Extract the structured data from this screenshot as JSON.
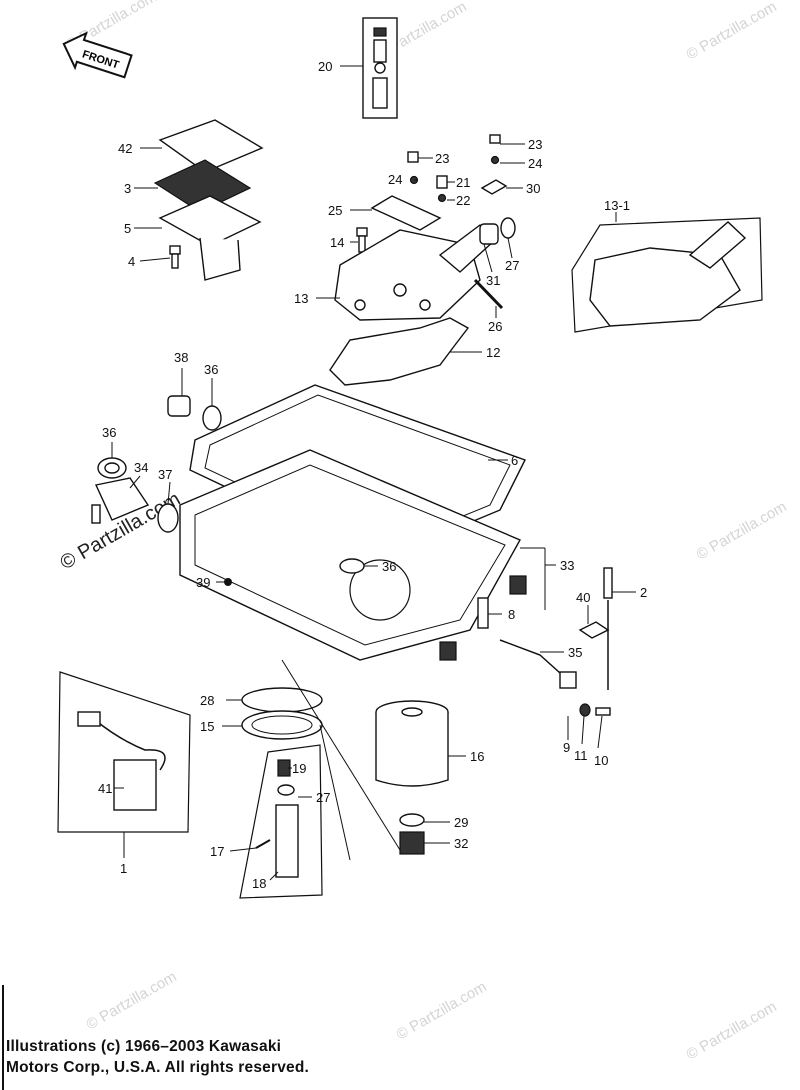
{
  "watermark": "© Partzilla.com",
  "front_label": "FRONT",
  "callouts": [
    {
      "id": "c20",
      "text": "20"
    },
    {
      "id": "c42",
      "text": "42"
    },
    {
      "id": "c3",
      "text": "3"
    },
    {
      "id": "c5",
      "text": "5"
    },
    {
      "id": "c4",
      "text": "4"
    },
    {
      "id": "c23a",
      "text": "23"
    },
    {
      "id": "c24a",
      "text": "24"
    },
    {
      "id": "c21",
      "text": "21"
    },
    {
      "id": "c22",
      "text": "22"
    },
    {
      "id": "c23b",
      "text": "23"
    },
    {
      "id": "c24b",
      "text": "24"
    },
    {
      "id": "c30",
      "text": "30"
    },
    {
      "id": "c25",
      "text": "25"
    },
    {
      "id": "c14",
      "text": "14"
    },
    {
      "id": "c13",
      "text": "13"
    },
    {
      "id": "c31",
      "text": "31"
    },
    {
      "id": "c27a",
      "text": "27"
    },
    {
      "id": "c26",
      "text": "26"
    },
    {
      "id": "c13-1",
      "text": "13-1"
    },
    {
      "id": "c12",
      "text": "12"
    },
    {
      "id": "c38",
      "text": "38"
    },
    {
      "id": "c36a",
      "text": "36"
    },
    {
      "id": "c36b",
      "text": "36"
    },
    {
      "id": "c6",
      "text": "6"
    },
    {
      "id": "c34",
      "text": "34"
    },
    {
      "id": "c37",
      "text": "37"
    },
    {
      "id": "c36c",
      "text": "36"
    },
    {
      "id": "c33",
      "text": "33"
    },
    {
      "id": "c39",
      "text": "39"
    },
    {
      "id": "c2",
      "text": "2"
    },
    {
      "id": "c40",
      "text": "40"
    },
    {
      "id": "c8",
      "text": "8"
    },
    {
      "id": "c35",
      "text": "35"
    },
    {
      "id": "c28",
      "text": "28"
    },
    {
      "id": "c15",
      "text": "15"
    },
    {
      "id": "c16",
      "text": "16"
    },
    {
      "id": "c19",
      "text": "19"
    },
    {
      "id": "c27b",
      "text": "27"
    },
    {
      "id": "c9",
      "text": "9"
    },
    {
      "id": "c11",
      "text": "11"
    },
    {
      "id": "c10",
      "text": "10"
    },
    {
      "id": "c41",
      "text": "41"
    },
    {
      "id": "c29",
      "text": "29"
    },
    {
      "id": "c32",
      "text": "32"
    },
    {
      "id": "c17",
      "text": "17"
    },
    {
      "id": "c18",
      "text": "18"
    },
    {
      "id": "c1",
      "text": "1"
    }
  ],
  "copyright": {
    "line1": "Illustrations (c) 1966–2003 Kawasaki",
    "line2": "Motors Corp., U.S.A.  All rights reserved."
  }
}
